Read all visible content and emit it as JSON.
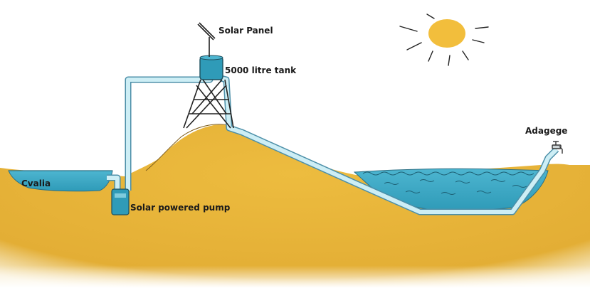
{
  "labels": {
    "solar_panel": "Solar Panel",
    "tank": "5000 litre tank",
    "adagege": "Adagege",
    "cvalia": "Cvalia",
    "pump": "Solar powered pump"
  },
  "colors": {
    "ground": "#E8B43A",
    "ground_shadow": "#D9A02A",
    "water": "#3FA9C6",
    "water_light": "#7FCBDD",
    "pipe": "#CDEEF5",
    "pipe_edge": "#4C8FA8",
    "sun": "#F2BE3C",
    "tank": "#2F9BB8",
    "line": "#222222"
  },
  "icons": [
    "sun-icon",
    "solar-panel-icon",
    "tap-icon",
    "pump-icon"
  ]
}
